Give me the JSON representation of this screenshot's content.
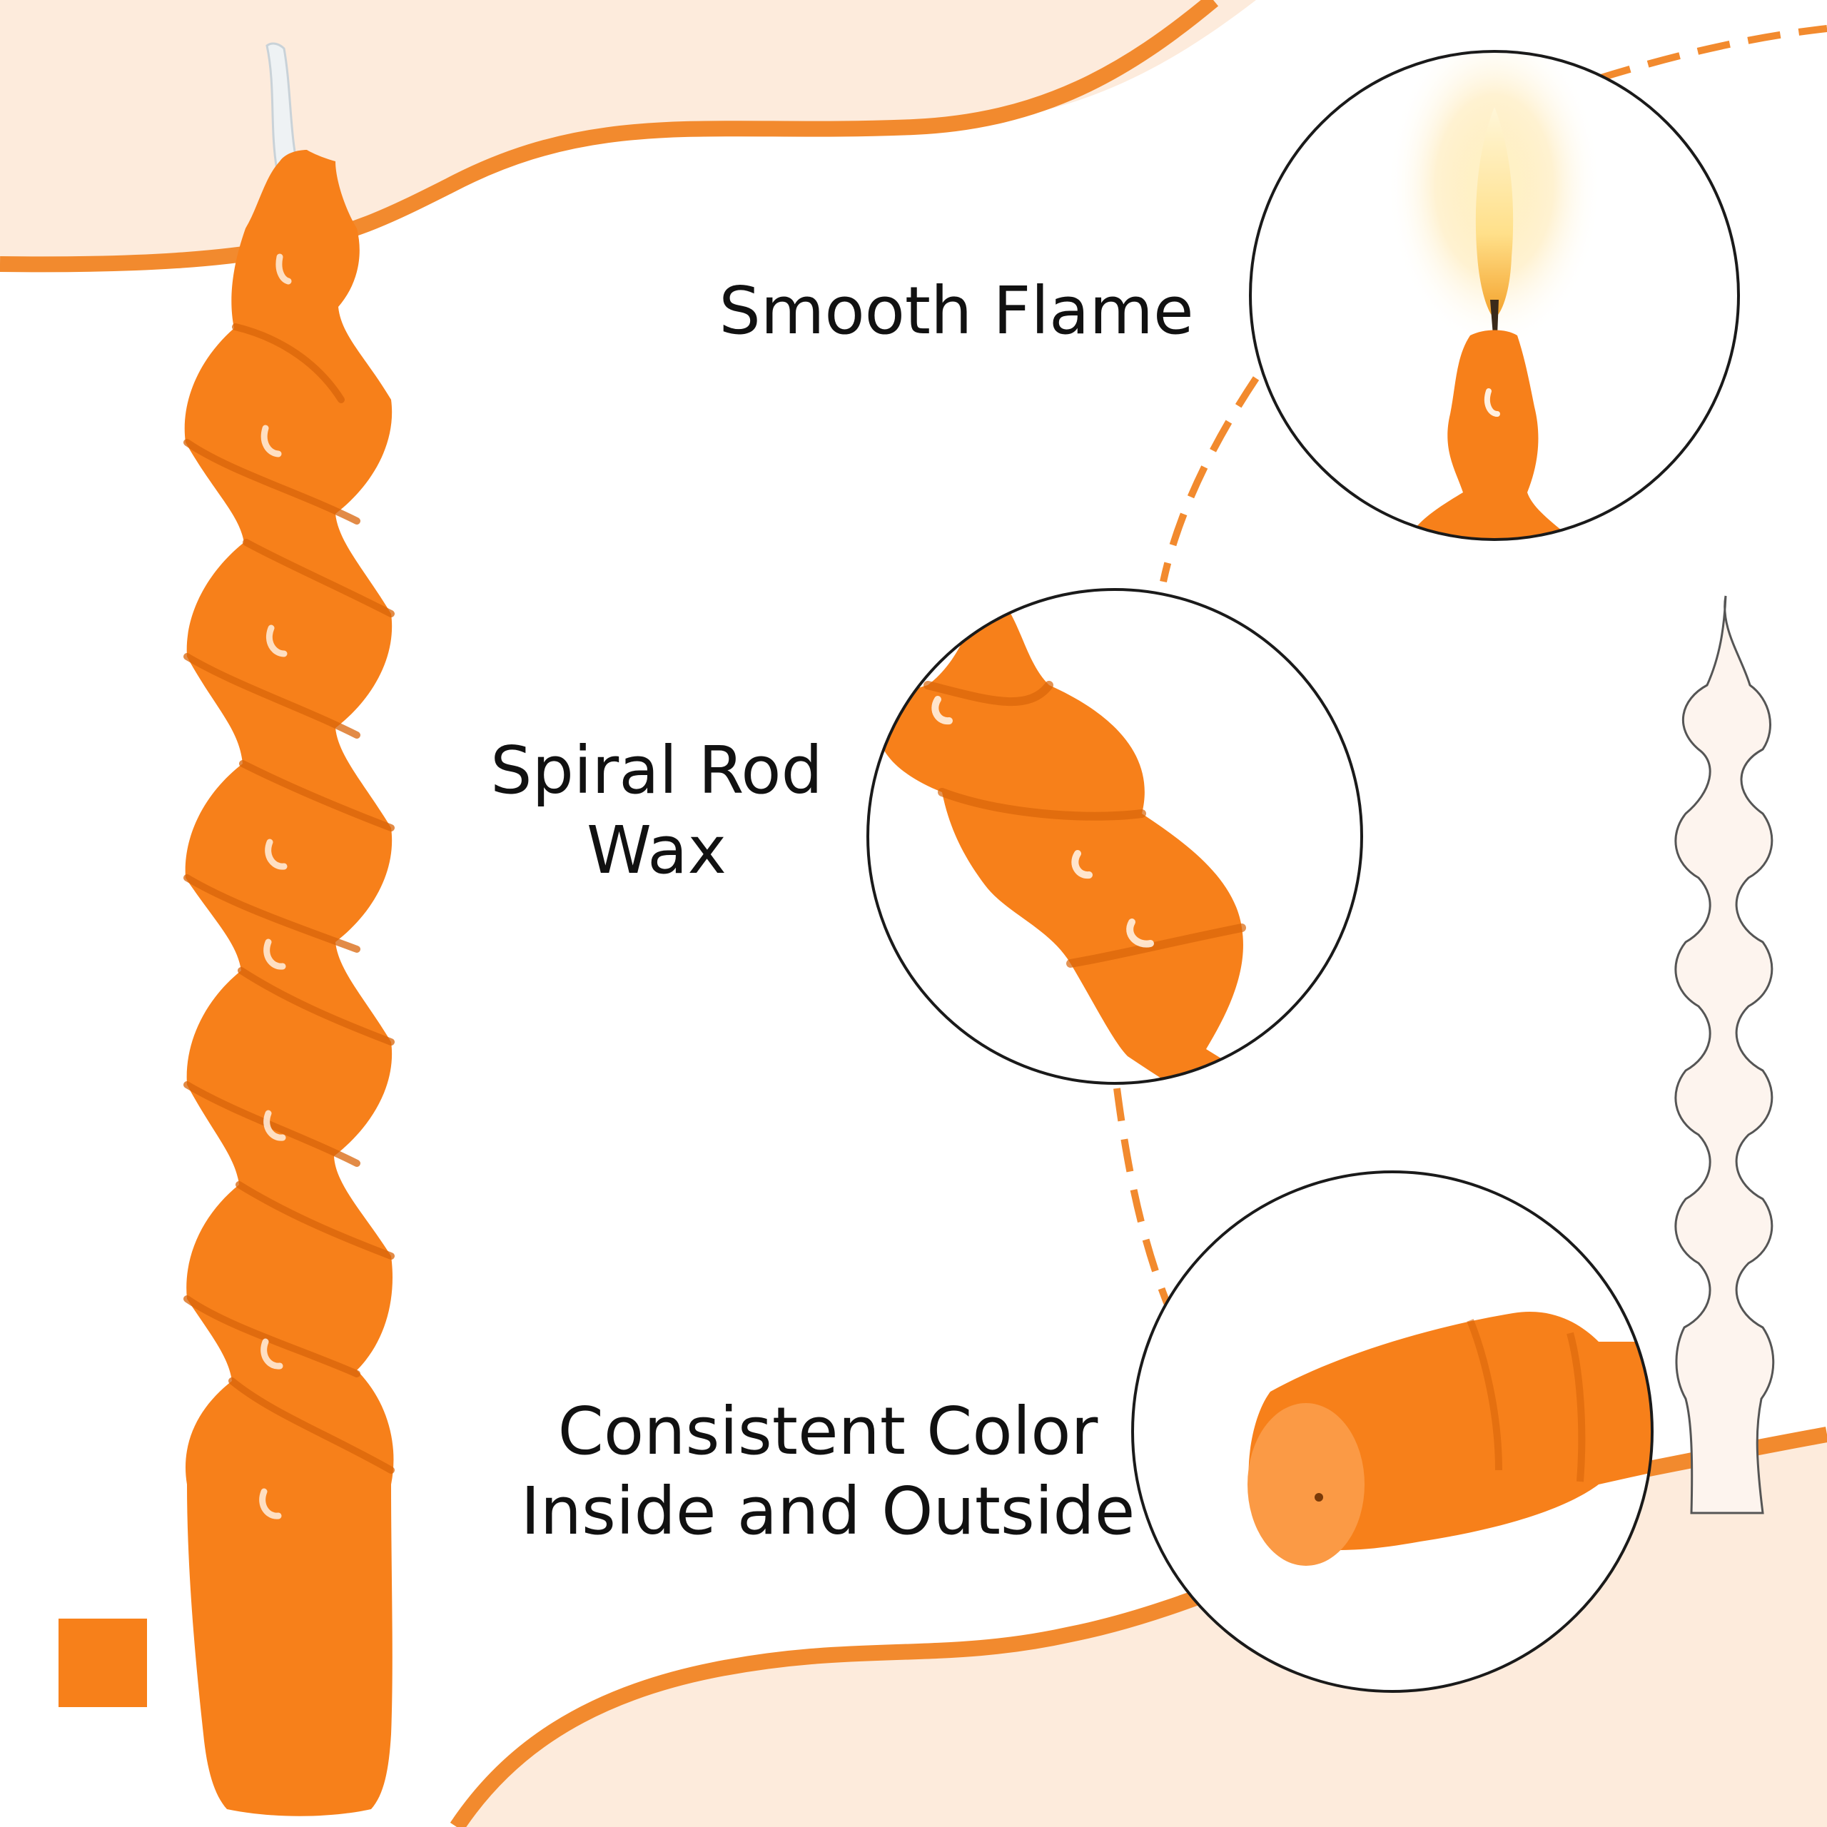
{
  "colors": {
    "accent": "#f28a2e",
    "peach": "#fdebdc",
    "wax": "#f7801a",
    "wax_dark": "#d9650a",
    "wax_light": "#fb9a45",
    "ring": "#1a1a1a",
    "text": "#111111",
    "outline_fill": "#fdf4ee"
  },
  "features": [
    {
      "lines": [
        "Smooth Flame"
      ]
    },
    {
      "lines": [
        "Spiral Rod",
        "Wax"
      ]
    },
    {
      "lines": [
        "Consistent Color",
        "Inside and Outside"
      ]
    }
  ],
  "swatch": {
    "color": "#f7801a"
  }
}
